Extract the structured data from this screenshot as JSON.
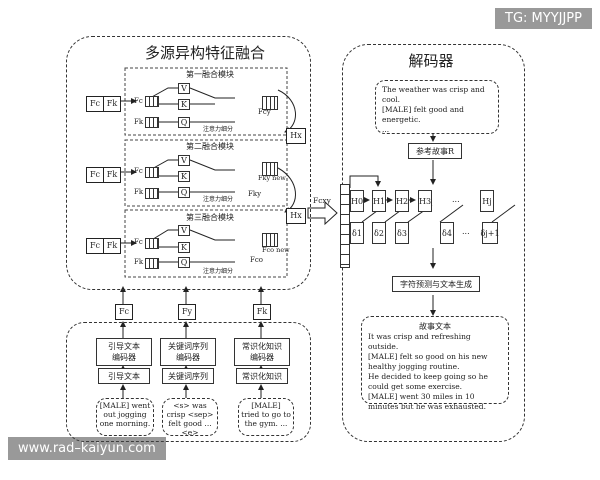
{
  "watermark_top": "TG: MYYJJPP",
  "watermark_bottom": "www.rad–kaiyun.com",
  "left_panel": {
    "title": "多源异构特征融合",
    "modules": [
      {
        "title": "第一融合模块",
        "attention": "注意力细分",
        "out": "Fcy",
        "h": "Hx"
      },
      {
        "title": "第二融合模块",
        "attention": "注意力细分",
        "out": "Fky",
        "out2": "Fky new",
        "h": "Hx"
      },
      {
        "title": "第三融合模块",
        "attention": "注意力细分",
        "out": "Fco",
        "out2": "Fco new"
      }
    ],
    "inputs": [
      [
        "Fc",
        "Fk"
      ],
      [
        "Fc",
        "Fk"
      ],
      [
        "Fc",
        "Fk"
      ]
    ],
    "row_labels": [
      "Fc",
      "Fk",
      "Fc",
      "Fk",
      "Fc",
      "Fk"
    ],
    "vqk": [
      "V",
      "K",
      "Q"
    ]
  },
  "encoders": {
    "feature_labels": [
      "Fc",
      "Fy",
      "Fk"
    ],
    "encoder_names": [
      "引导文本\n编码器",
      "关键词序列\n编码器",
      "常识化知识\n编码器"
    ],
    "sources": [
      "引导文本",
      "关键词序列",
      "常识化知识"
    ],
    "examples": [
      "[MALE] went out jogging one morning.",
      "<s> was crisp <sep> felt good ... <e>",
      "[MALE] tried to go to the gym. ..."
    ]
  },
  "right_panel": {
    "title": "解码器",
    "reference_text": [
      "The weather was crisp and cool.",
      "[MALE] felt good and energetic.",
      "..."
    ],
    "reference_label": "参考故事R",
    "fusion_label": "Fcxy",
    "hidden_states": [
      "H0",
      "H1",
      "H2",
      "H3",
      "Hj"
    ],
    "deltas": [
      "δ1",
      "δ2",
      "δ3",
      "δ4",
      "δj+1"
    ],
    "ellipsis": "...",
    "generation_label": "字符预测与文本生成",
    "story_title": "故事文本",
    "story_lines": [
      "It was crisp and refreshing outside.",
      "[MALE] felt so good on his new healthy jogging routine.",
      "He decided to keep going so he could get some exercise.",
      "[MALE] went 30 miles in 10 minutes but he was exhausted."
    ]
  }
}
